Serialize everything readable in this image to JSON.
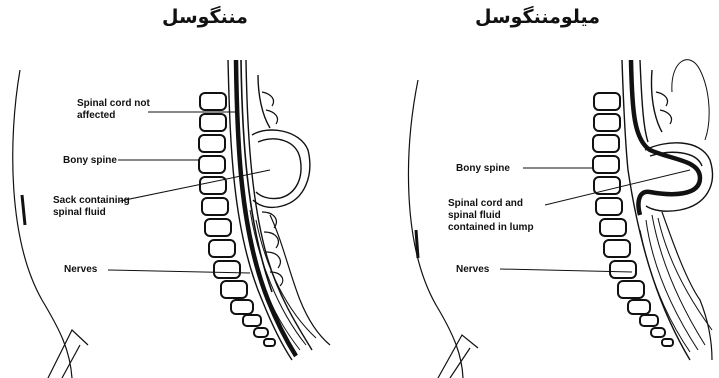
{
  "titles": {
    "left": "مننگوسل",
    "right": "میلومننگوسل"
  },
  "left_panel": {
    "labels": {
      "cord": "Spinal cord not\naffected",
      "spine": "Bony spine",
      "sack": "Sack containing\nspinal fluid",
      "nerves": "Nerves"
    }
  },
  "right_panel": {
    "labels": {
      "spine": "Bony spine",
      "cord": "Spinal cord and\nspinal fluid\ncontained in lump",
      "nerves": "Nerves"
    }
  },
  "colors": {
    "ink": "#111111",
    "background": "#ffffff"
  }
}
